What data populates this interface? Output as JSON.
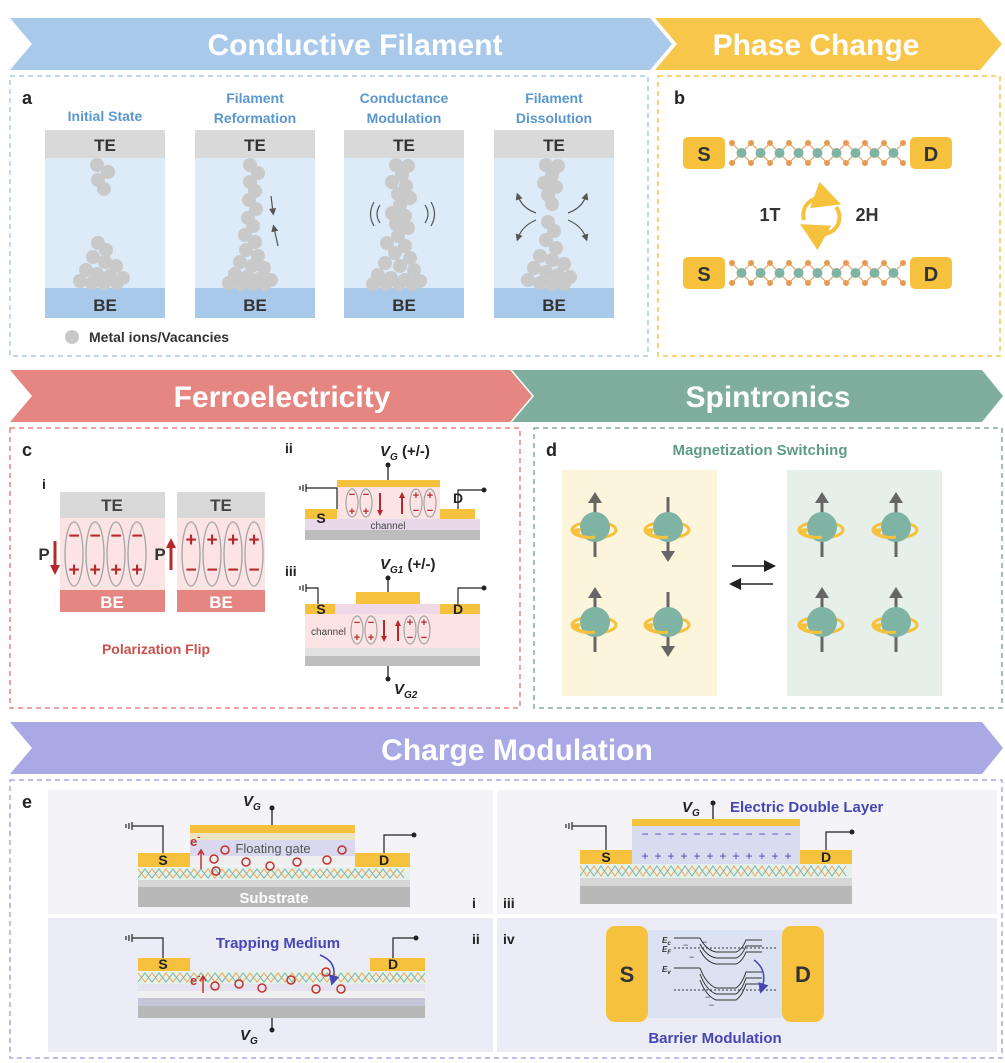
{
  "banners": {
    "conductive": "Conductive Filament",
    "phase": "Phase Change",
    "ferro": "Ferroelectricity",
    "spin": "Spintronics",
    "charge": "Charge Modulation"
  },
  "colors": {
    "blue": "#a8c9ea",
    "blue_text": "#5a97cf",
    "yellow": "#f7c64a",
    "red": "#e58683",
    "red_dark": "#b7282c",
    "green": "#7fae9e",
    "green_text": "#5e9c86",
    "purple": "#a9a9e6",
    "purple_text": "#4646b4",
    "gold": "#f6c23e"
  },
  "panel_a": {
    "letter": "a",
    "stages": [
      {
        "line1": "",
        "line2": "Initial State"
      },
      {
        "line1": "Filament",
        "line2": "Reformation"
      },
      {
        "line1": "Conductance",
        "line2": "Modulation"
      },
      {
        "line1": "Filament",
        "line2": "Dissolution"
      }
    ],
    "top_electrode": "TE",
    "bottom_electrode": "BE",
    "legend": "Metal ions/Vacancies"
  },
  "panel_b": {
    "letter": "b",
    "source": "S",
    "drain": "D",
    "phase_left": "1T",
    "phase_right": "2H"
  },
  "panel_c": {
    "letter": "c",
    "sub_i": "i",
    "sub_ii": "ii",
    "sub_iii": "iii",
    "te": "TE",
    "be": "BE",
    "p": "P",
    "caption": "Polarization Flip",
    "vg": "V",
    "vg_sub": "G",
    "vg_suffix": " (+/-)",
    "vg1_sub": "G1",
    "vg2_sub": "G2",
    "source": "S",
    "drain": "D",
    "channel": "channel"
  },
  "panel_d": {
    "letter": "d",
    "title": "Magnetization Switching"
  },
  "panel_e": {
    "letter": "e",
    "sub_i": "i",
    "sub_ii": "ii",
    "sub_iii": "iii",
    "sub_iv": "iv",
    "vg": "V",
    "vg_sub": "G",
    "source": "S",
    "drain": "D",
    "floating_gate": "Floating gate",
    "substrate": "Substrate",
    "electron": "e",
    "electron_sup": "-",
    "trapping": "Trapping Medium",
    "edl": "Electric Double Layer",
    "barrier": "Barrier Modulation",
    "ec": "E",
    "ec_sub": "c",
    "ef": "E",
    "ef_sub": "F",
    "ev": "E",
    "ev_sub": "v"
  }
}
